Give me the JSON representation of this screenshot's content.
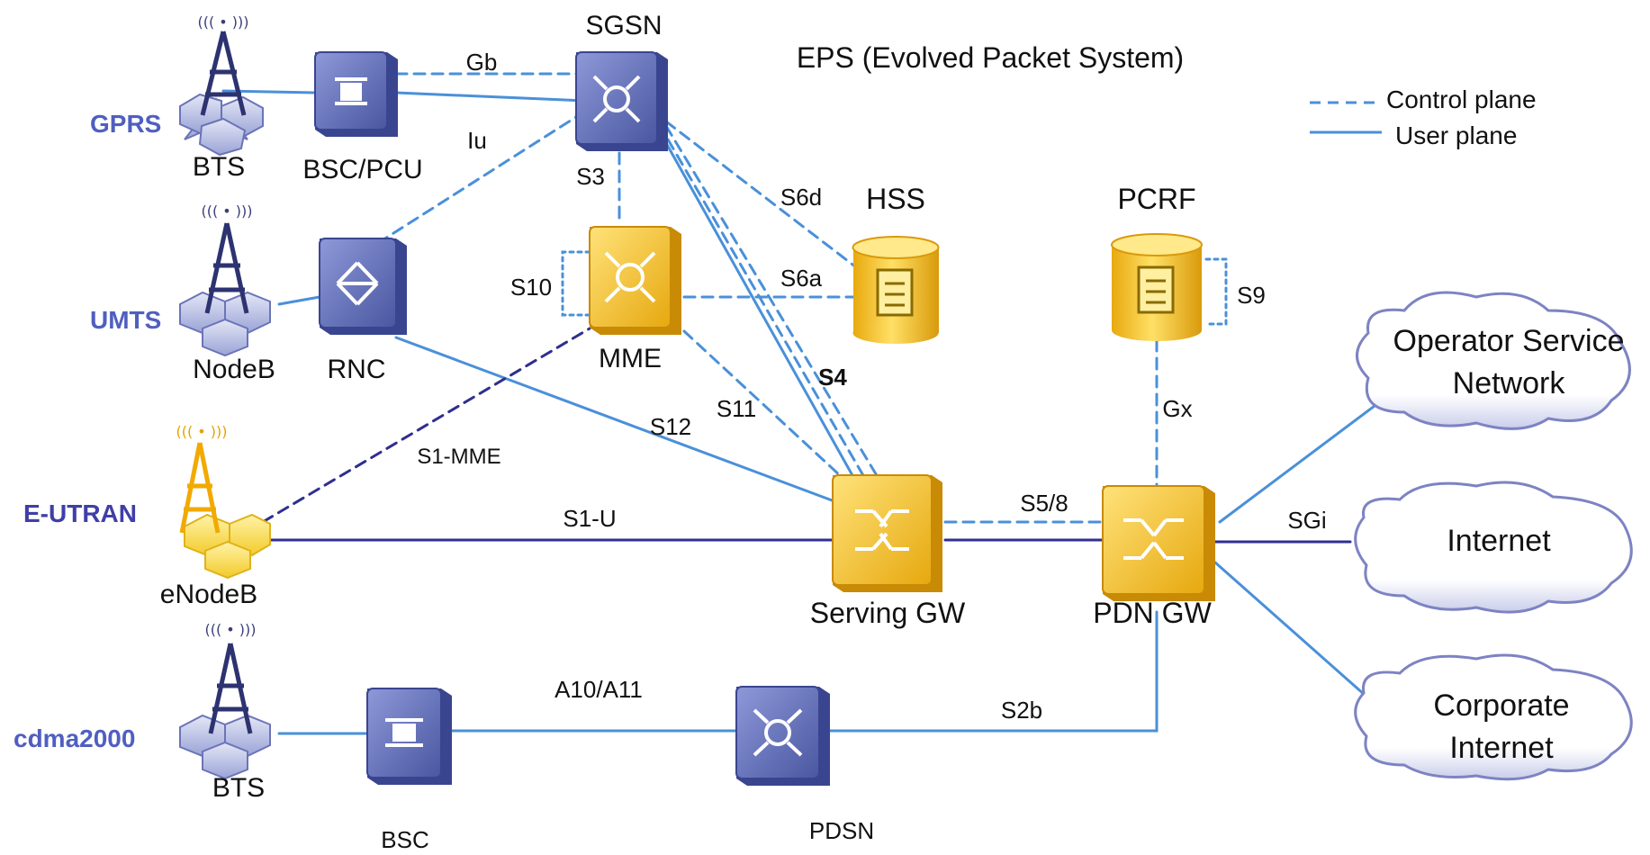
{
  "title": "EPS (Evolved Packet System)",
  "legend": {
    "control": "Control plane",
    "user": "User plane"
  },
  "colors": {
    "line": "#4a90d9",
    "dark_line": "#2f2f8f",
    "tech_label": "#4f5fc0",
    "node_red": "#c0504d",
    "switch_blue": "#5d6bb5",
    "switch_yellow": "#f2c320"
  },
  "techs": {
    "gprs": "GPRS",
    "umts": "UMTS",
    "eutran": "E-UTRAN",
    "cdma": "cdma2000"
  },
  "nodes": {
    "bts1": "BTS",
    "bsc_pcu": "BSC/PCU",
    "sgsn": "SGSN",
    "nodeb": "NodeB",
    "rnc": "RNC",
    "mme": "MME",
    "hss": "HSS",
    "pcrf": "PCRF",
    "enodeb": "eNodeB",
    "serving_gw": "Serving GW",
    "pdn_gw": "PDN GW",
    "bts2": "BTS",
    "bsc": "BSC",
    "pdsn": "PDSN"
  },
  "interfaces": {
    "gb": "Gb",
    "iu": "Iu",
    "s3": "S3",
    "s6d": "S6d",
    "s10": "S10",
    "s6a": "S6a",
    "s4": "S4",
    "s11": "S11",
    "s12": "S12",
    "s1_mme": "S1-MME",
    "s1_u": "S1-U",
    "s5_8": "S5/8",
    "gx": "Gx",
    "s9": "S9",
    "sgi": "SGi",
    "a10_a11": "A10/A11",
    "s2b": "S2b"
  },
  "clouds": {
    "operator": [
      "Operator Service",
      "Network"
    ],
    "internet": "Internet",
    "corporate": [
      "Corporate",
      "Internet"
    ]
  }
}
